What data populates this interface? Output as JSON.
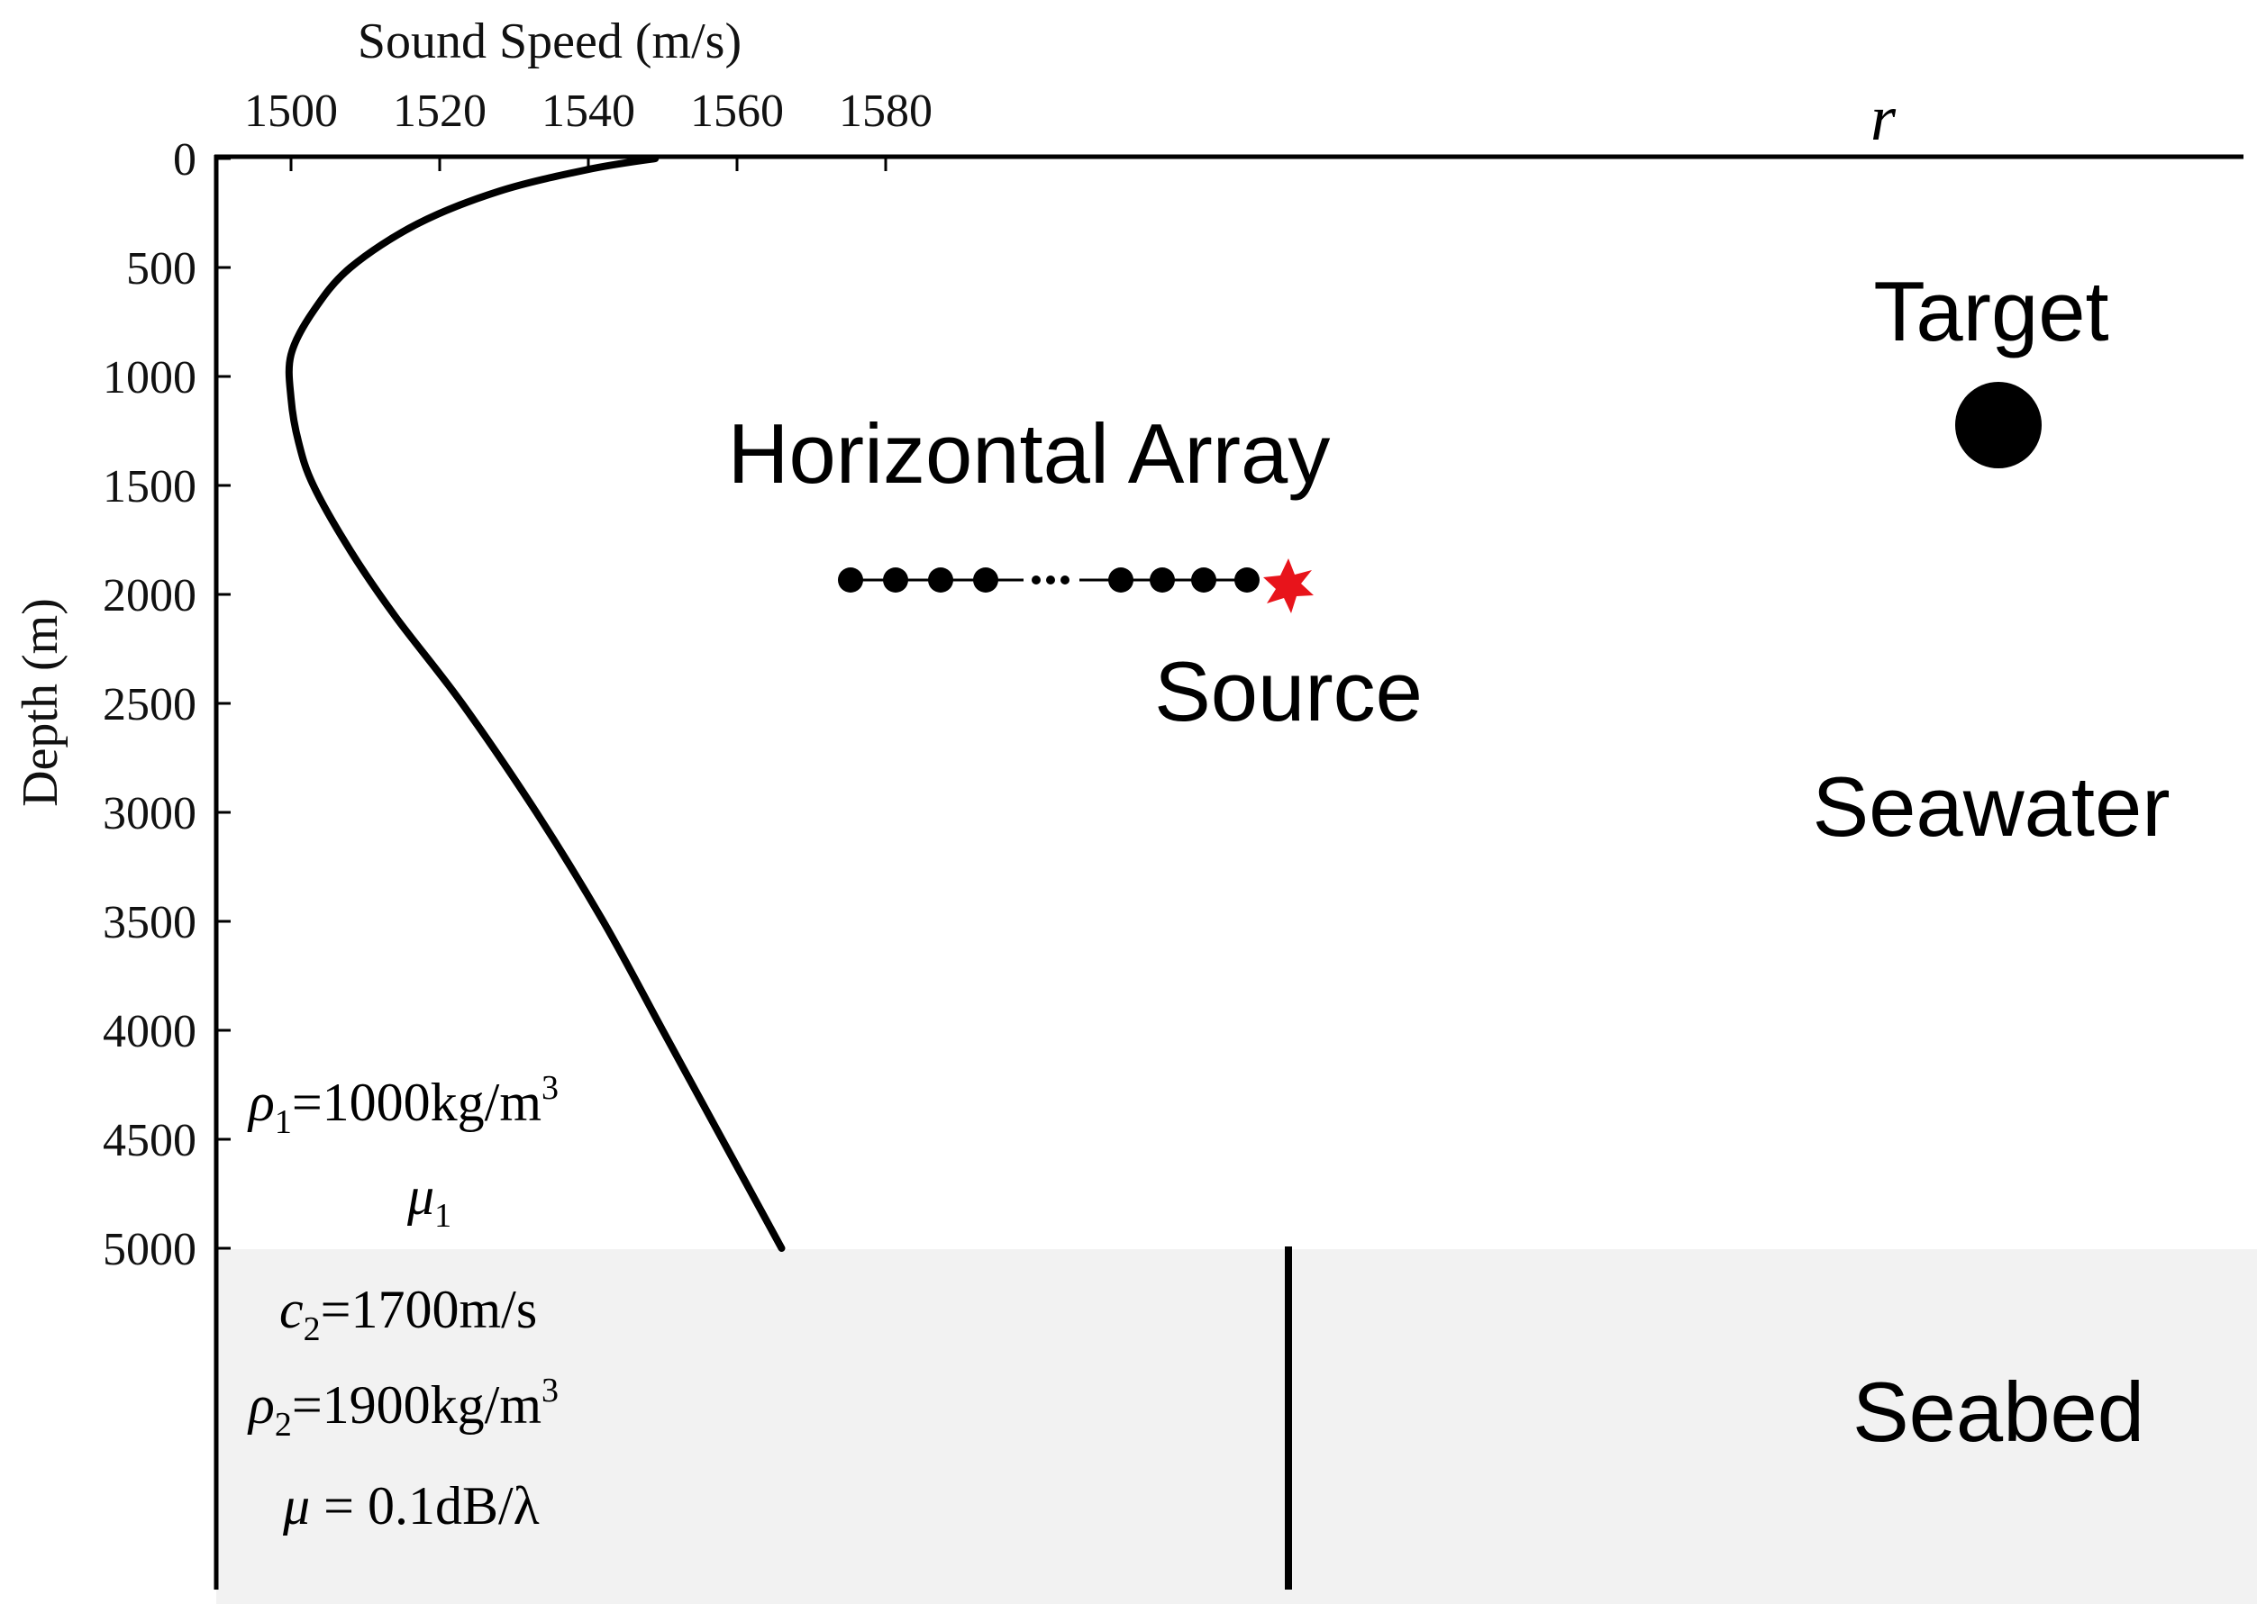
{
  "colors": {
    "seabed_fill": "#f2f2f2",
    "line": "#000000",
    "source_star": "#e8141b"
  },
  "top_axis": {
    "title": "Sound Speed (m/s)",
    "tick_labels": [
      "1500",
      "1520",
      "1540",
      "1560",
      "1580"
    ],
    "range_label": "r"
  },
  "left_axis": {
    "title": "Depth (m)",
    "tick_labels": [
      "0",
      "500",
      "1000",
      "1500",
      "2000",
      "2500",
      "3000",
      "3500",
      "4000",
      "4500",
      "5000"
    ]
  },
  "labels": {
    "target": "Target",
    "horizontal_array": "Horizontal Array",
    "source": "Source",
    "seawater": "Seawater",
    "seabed": "Seabed"
  },
  "water_params": {
    "rho1_symbol": "ρ",
    "rho1_sub": "1",
    "rho1_value": "=1000kg/m",
    "rho1_sup": "3",
    "mu1_symbol": "μ",
    "mu1_sub": "1"
  },
  "seabed_params": {
    "c2_symbol": "c",
    "c2_sub": "2",
    "c2_value": "=1700m/s",
    "rho2_symbol": "ρ",
    "rho2_sub": "2",
    "rho2_value": "=1900kg/m",
    "rho2_sup": "3",
    "mu_symbol": "μ",
    "mu_value": " = 0.1dB/λ"
  },
  "sound_speed_profile": {
    "depth_m": [
      0,
      50,
      150,
      300,
      500,
      700,
      900,
      1100,
      1300,
      1500,
      1800,
      2100,
      2500,
      3000,
      3500,
      4000,
      4500,
      5000
    ],
    "speed_m_s": [
      1549,
      1540,
      1528,
      1517,
      1508,
      1503,
      1500,
      1500,
      1501,
      1503,
      1508,
      1514,
      1523,
      1533,
      1542,
      1550,
      1558,
      1566
    ]
  },
  "array": {
    "element_count_left": 4,
    "element_count_right": 4
  }
}
